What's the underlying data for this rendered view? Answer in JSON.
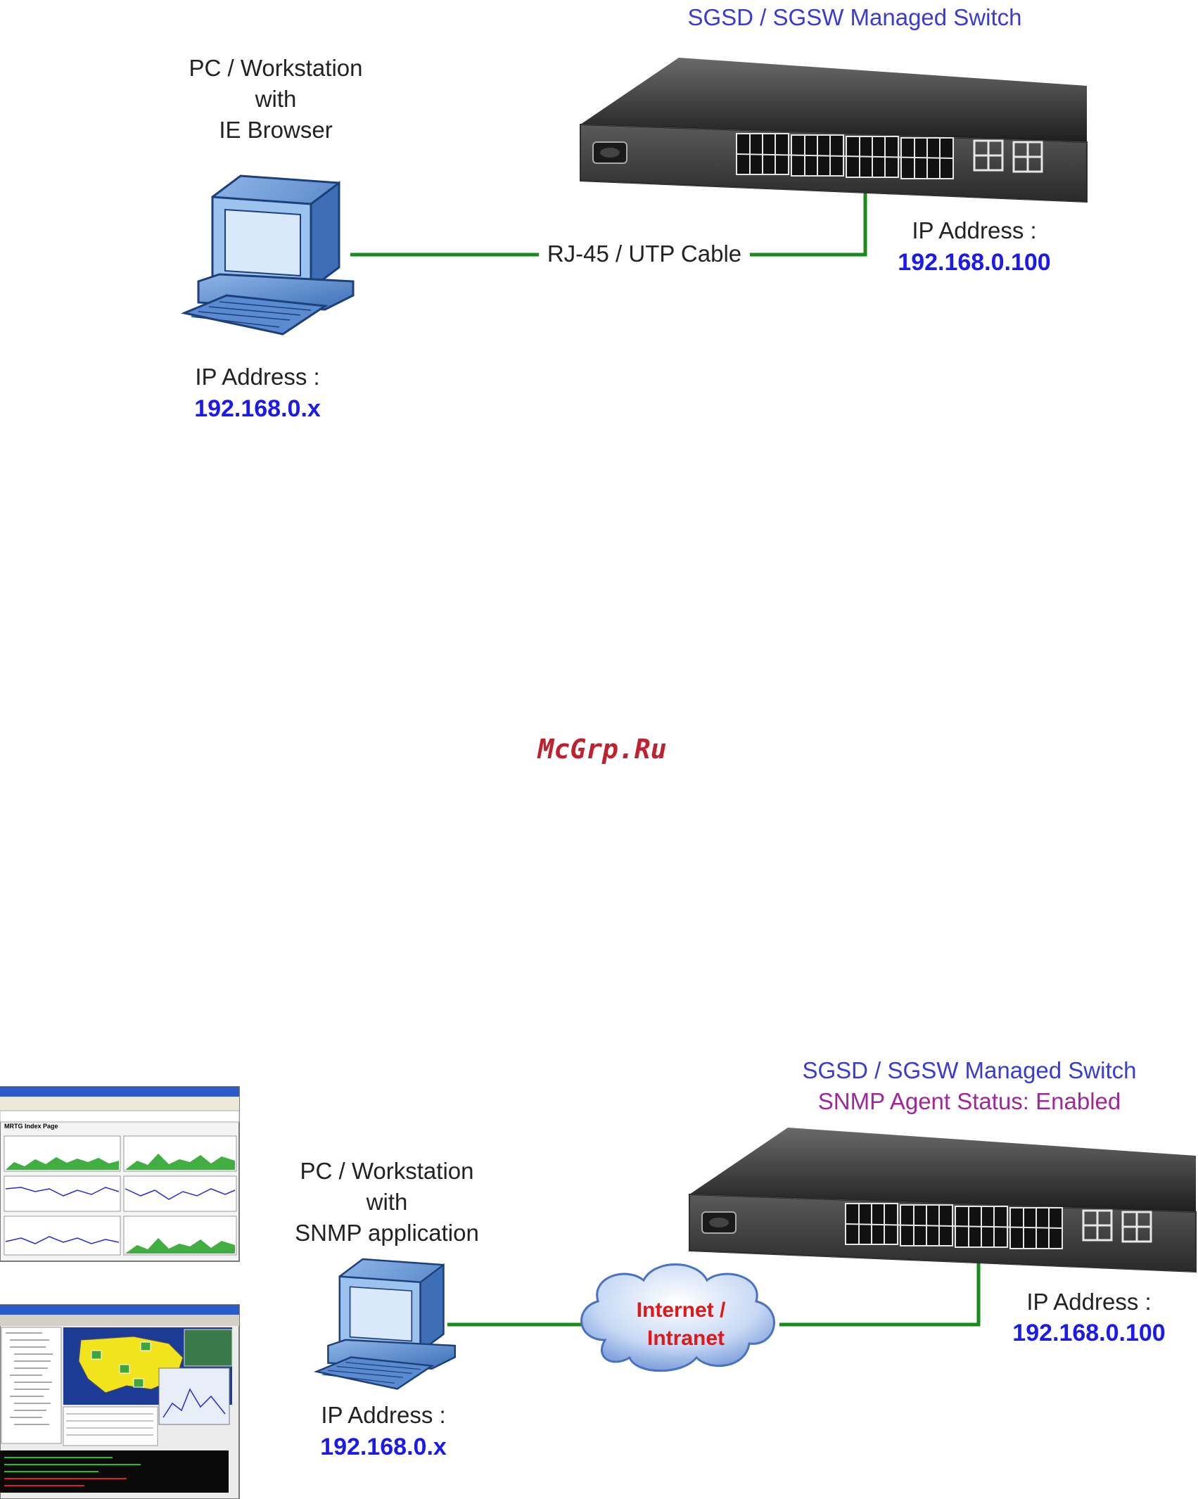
{
  "diagram1": {
    "switch_title": "SGSD / SGSW Managed Switch",
    "pc_label": [
      "PC / Workstation",
      "with",
      "IE Browser"
    ],
    "cable_label": "RJ-45 / UTP Cable",
    "switch_ip_label": "IP Address :",
    "switch_ip": "192.168.0.100",
    "pc_ip_label": "IP Address :",
    "pc_ip": "192.168.0.x"
  },
  "watermark": "McGrp.Ru",
  "diagram2": {
    "switch_title": "SGSD / SGSW Managed Switch",
    "switch_status": "SNMP Agent Status: Enabled",
    "pc_label": [
      "PC / Workstation",
      "with",
      "SNMP application"
    ],
    "cloud_label": [
      "Internet /",
      "Intranet"
    ],
    "switch_ip_label": "IP Address :",
    "switch_ip": "192.168.0.100",
    "pc_ip_label": "IP Address :",
    "pc_ip": "192.168.0.x",
    "screenshot_title": "MRTG Index Page"
  },
  "colors": {
    "cable": "#1a8a1a",
    "ip_value": "#1a1aee",
    "title_blue": "#3b3bd0",
    "status_purple": "#a0279a",
    "cloud_text": "#e01818",
    "watermark": "#c0212f"
  }
}
